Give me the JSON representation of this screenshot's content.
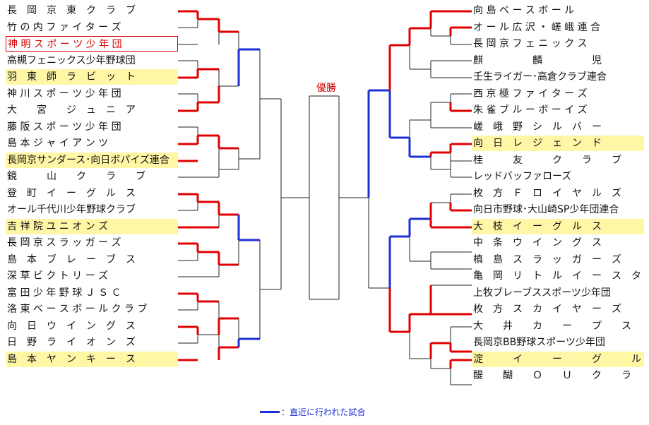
{
  "champion_label": "優勝",
  "legend_text": "：直近に行われた試合",
  "colors": {
    "win": "#e00000",
    "recent": "#1e2fd6",
    "line": "#222222",
    "highlight": "#fff6a6"
  },
  "left_teams": [
    "長　岡　京　東　ク　ラ　ブ",
    "竹 の 内 フ ァ イ タ ー ズ",
    "神 明 ス ポ ー ツ 少 年 団",
    "高槻フェニックス少年野球団",
    "羽　東　師　ラ　ビ　ッ　ト",
    "神 川 ス ポ ー ツ 少 年 団",
    "大　　宮　　ジ　ュ　ニ　ア",
    "藤 阪 ス ポ ー ツ 少 年 団",
    "島 本 ジ ャ イ ア ン ツ",
    "長岡京サンダース･向日ボパイズ連合",
    "鏡　　　山　　ク　　ラ　　ブ",
    "登　町　イ　ー　グ　ル　ス",
    "オール千代川少年野球クラブ",
    "吉 祥 院 ユ ニ オ ン ズ",
    "長 岡 京 ス ラ ッ ガ ー ズ",
    "島　本　ブ　レ　ー　ブ　ス",
    "深 草 ビ ク ト リ ー ズ",
    "富 田 少 年 野 球 Ｊ Ｓ Ｃ",
    "洛 東 ベ ー ス ボ ー ル ク ラ ブ",
    "向　日　ウ　イ　ン　グ　ス",
    "日　野　ラ　イ　オ　ン　ズ",
    "島　本　ヤ　ン　キ　ー　ス"
  ],
  "right_teams": [
    "向 島 ベ ー ス ボ ー ル",
    "オ ー ル 広 沢 ・ 嵯 峨 連 合",
    "長 岡 京 フ ェ ニ ッ ク ス",
    "麒　　　　　麟　　　　　児",
    "壬生ライガー･高倉クラブ連合",
    "西 京 極 フ ァ イ タ ー ズ",
    "朱 雀 ブ ル ー ボ ー イ ズ",
    "嵯　峨　野　シ　ル　バ　ー",
    "向　日　レ　ジ　ェ　ン　ド",
    "桂　　　友　　　ク　　ラ　　ブ",
    "レッドバッファローズ",
    "枚　方　Ｆ　ロ　イ　ヤ　ル　ズ",
    "向日市野球･大山崎SP少年団連合",
    "大　枝　イ　ー　グ　ル　ス",
    "中　条　ウ　イ　ン　グ　ス",
    "槙　島　ス　ラ　ッ　ガ　ー　ズ",
    "亀　岡　リ　ト　ル　イ　ー　ス　タ　ン",
    "上牧ブレーブススポーツ少年団",
    "枚　方　ス　カ　イ　ヤ　ー　ズ",
    "大　　井　　カ　　ー　　プ　　ス",
    "長岡京BB野球スポーツ少年団",
    "淀　　　イ　　　ー　　　グ　　　ル",
    "醍　　醐　　Ｏ　　Ｕ　　ク　　ラ　　ブ"
  ]
}
